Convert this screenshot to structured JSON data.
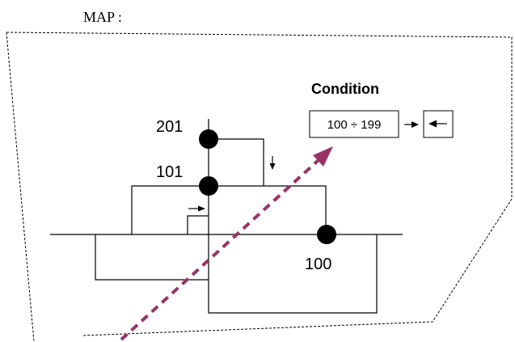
{
  "map": {
    "title": "MAP :"
  },
  "condition": {
    "title": "Condition",
    "range": "100 ÷ 199"
  },
  "nodes": [
    {
      "id": "201",
      "label": "201"
    },
    {
      "id": "101",
      "label": "101"
    },
    {
      "id": "100",
      "label": "100"
    }
  ],
  "colors": {
    "line": "#000000",
    "node": "#000000",
    "trajectory": "#993366",
    "border": "#000000"
  },
  "icons": {
    "trajectory_arrow": "dashed-arrow-icon",
    "condition_result": "left-arrow-icon"
  }
}
